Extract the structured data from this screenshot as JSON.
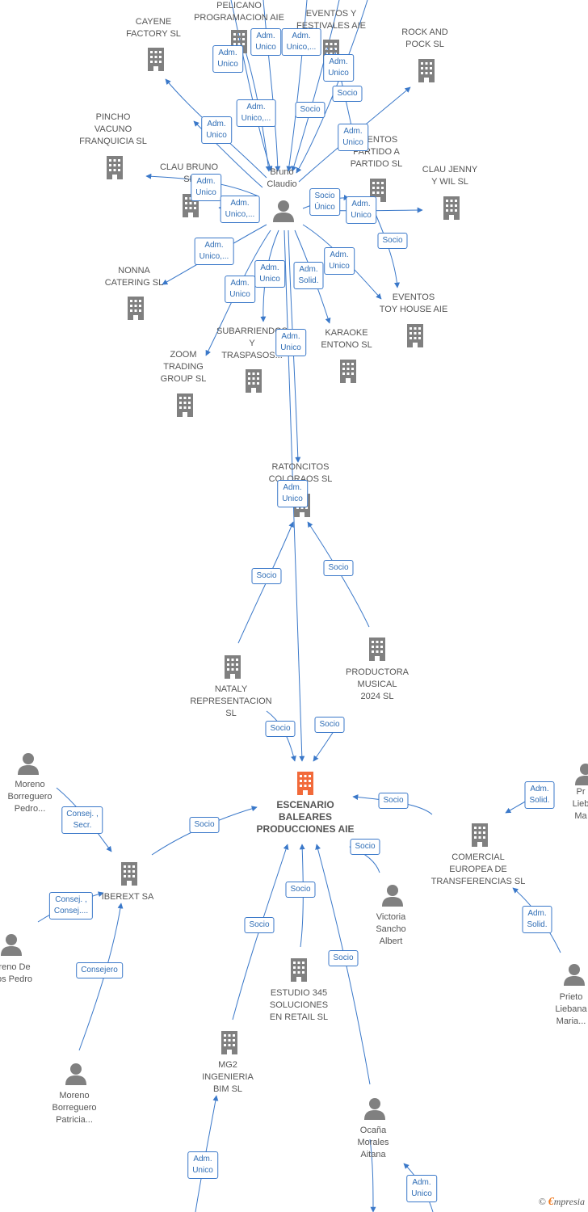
{
  "colors": {
    "edge": "#3a78c9",
    "node": "#808080",
    "highlight": "#f26a3a",
    "edge_label_text": "#2f6db5"
  },
  "nodes": [
    {
      "id": "pelicano",
      "kind": "company",
      "label": "PELICANO\nPROGRAMACION AIE"
    },
    {
      "id": "eventos_festivales",
      "kind": "company",
      "label": "EVENTOS Y\nFESTIVALES AIE"
    },
    {
      "id": "cayene",
      "kind": "company",
      "label": "CAYENE\nFACTORY SL"
    },
    {
      "id": "rock_pock",
      "kind": "company",
      "label": "ROCK AND\nPOCK SL"
    },
    {
      "id": "pincho",
      "kind": "company",
      "label": "PINCHO\nVACUNO\nFRANQUICIA  SL"
    },
    {
      "id": "eventos_partido",
      "kind": "company",
      "label": "EVENTOS\nPARTIDO A\nPARTIDO  SL"
    },
    {
      "id": "clau_bruno",
      "kind": "company",
      "label": "CLAU BRUNO\nSL"
    },
    {
      "id": "bruno",
      "kind": "person",
      "label": "Bruno\nClaudio"
    },
    {
      "id": "clau_jenny",
      "kind": "company",
      "label": "CLAU JENNY\nY WIL  SL"
    },
    {
      "id": "nonna",
      "kind": "company",
      "label": "NONNA\nCATERING  SL"
    },
    {
      "id": "eventos_toy",
      "kind": "company",
      "label": "EVENTOS\nTOY HOUSE AIE"
    },
    {
      "id": "subarriendos",
      "kind": "company",
      "label": "SUBARRIENDOS\nY\nTRASPASOS..."
    },
    {
      "id": "karaoke",
      "kind": "company",
      "label": "KARAOKE\nENTONO  SL"
    },
    {
      "id": "zoom",
      "kind": "company",
      "label": "ZOOM\nTRADING\nGROUP SL"
    },
    {
      "id": "ratoncitos",
      "kind": "company",
      "label": "RATONCITOS\nCOLORAOS  SL"
    },
    {
      "id": "nataly",
      "kind": "company",
      "label": "NATALY\nREPRESENTACION\nSL"
    },
    {
      "id": "productora",
      "kind": "company",
      "label": "PRODUCTORA\nMUSICAL\n2024  SL"
    },
    {
      "id": "escenario",
      "kind": "company",
      "main": true,
      "label": "ESCENARIO\nBALEARES\nPRODUCCIONES AIE"
    },
    {
      "id": "moreno_pedro",
      "kind": "person",
      "label": "Moreno\nBorreguero\nPedro..."
    },
    {
      "id": "iberext",
      "kind": "company",
      "label": "IBEREXT SA"
    },
    {
      "id": "moreno_de",
      "kind": "person",
      "label": "reno De\nos Pedro"
    },
    {
      "id": "moreno_patricia",
      "kind": "person",
      "label": "Moreno\nBorreguero\nPatricia..."
    },
    {
      "id": "victoria",
      "kind": "person",
      "label": "Victoria\nSancho\nAlbert"
    },
    {
      "id": "comercial",
      "kind": "company",
      "label": "COMERCIAL\nEUROPEA DE\nTRANSFERENCIAS SL"
    },
    {
      "id": "pr_lieb",
      "kind": "person",
      "label": "Pr\nLieb\nMa"
    },
    {
      "id": "prieto",
      "kind": "person",
      "label": "Prieto\nLiebana\nMaria..."
    },
    {
      "id": "estudio",
      "kind": "company",
      "label": "ESTUDIO 345\nSOLUCIONES\nEN RETAIL  SL"
    },
    {
      "id": "mg2",
      "kind": "company",
      "label": "MG2\nINGENIERIA\nBIM  SL"
    },
    {
      "id": "ocana",
      "kind": "person",
      "label": "Ocaña\nMorales\nAitana"
    }
  ],
  "edge_labels": [
    "Adm.\nUnico",
    "Adm.\nUnico",
    "Adm.\nUnico,...",
    "Adm.\nUnico",
    "Adm.\nUnico,...",
    "Socio",
    "Socio",
    "Adm.\nUnico",
    "Adm.\nUnico",
    "Adm.\nUnico",
    "Adm.\nUnico,...",
    "Socio\nÚnico",
    "Adm.\nUnico",
    "Socio",
    "Adm.\nUnico,...",
    "Adm.\nUnico",
    "Adm.\nUnico",
    "Adm.\nSolid.",
    "Adm.\nUnico",
    "Adm.\nUnico",
    "Adm.\nUnico",
    "Socio",
    "Socio",
    "Socio",
    "Socio",
    "Adm.\nSolid.",
    "Socio",
    "Consej. ,\nSecr.",
    "Socio",
    "Socio",
    "Consej. ,\nConsej....",
    "Socio",
    "Adm.\nSolid.",
    "Consejero",
    "Socio",
    "Socio",
    "Adm.\nUnico",
    "Adm.\nUnico"
  ],
  "watermark": {
    "copyright": "©",
    "brand_initial": "€",
    "brand_rest": "mpresia"
  }
}
